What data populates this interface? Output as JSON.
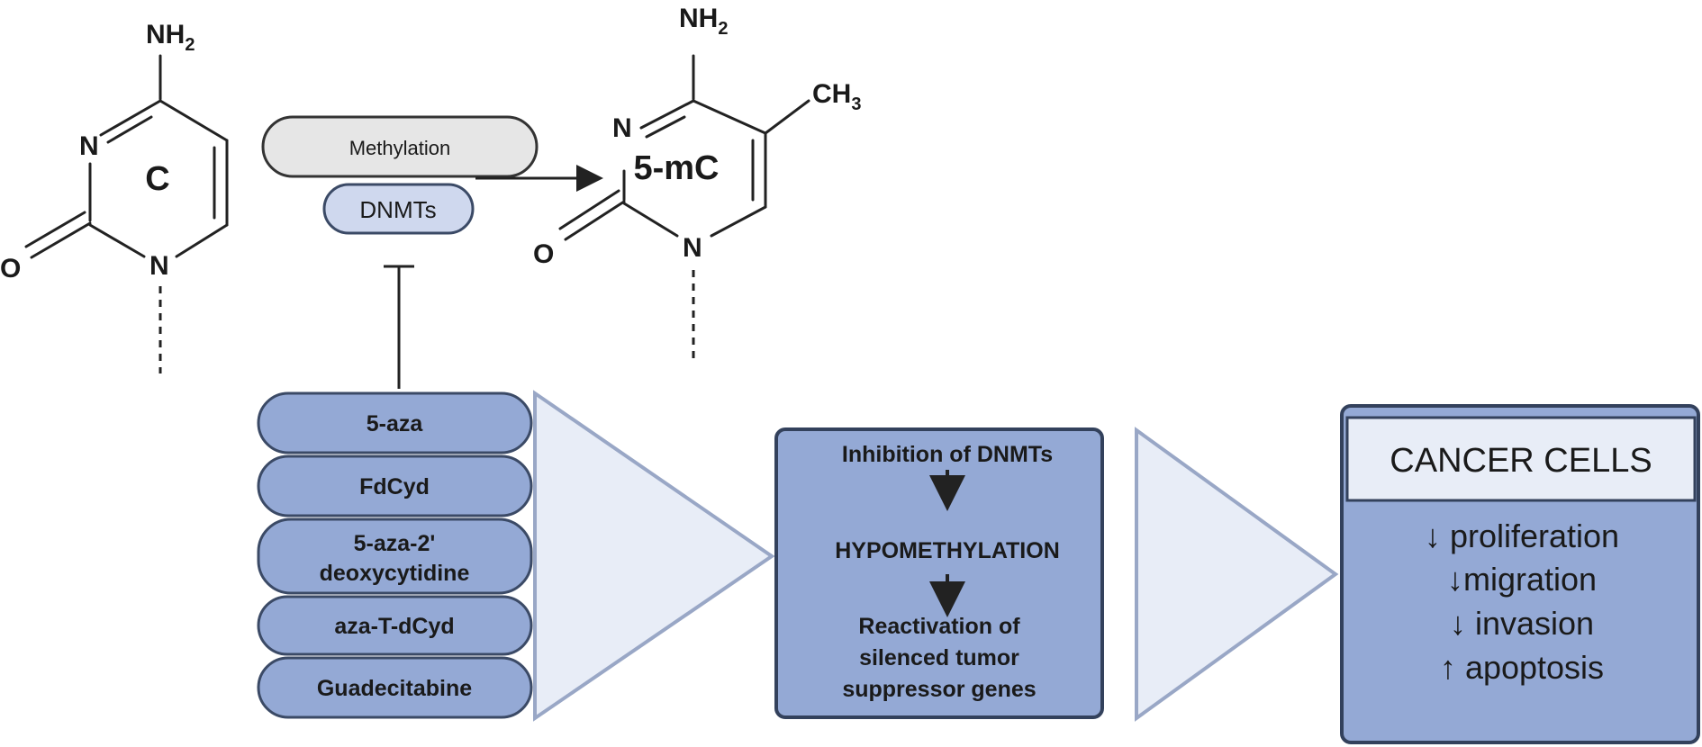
{
  "cytosine": {
    "nh2": "NH",
    "nh2_sub": "2",
    "n3": "N",
    "n1": "N",
    "o": "O",
    "label": "C"
  },
  "methylcytosine": {
    "nh2": "NH",
    "nh2_sub": "2",
    "ch3": "CH",
    "ch3_sub": "3",
    "n3": "N",
    "n1": "N",
    "o": "O",
    "label": "5-mC"
  },
  "reaction": {
    "methylation_label": "Methylation",
    "enzyme_label": "DNMTs"
  },
  "drugs": [
    "5-aza",
    "FdCyd",
    "5-aza-2'",
    "deoxycytidine",
    "aza-T-dCyd",
    "Guadecitabine"
  ],
  "mechanism": {
    "step1": "Inhibition of DNMTs",
    "step2": "HYPOMETHYLATION",
    "step3_line1": "Reactivation of",
    "step3_line2": "silenced tumor",
    "step3_line3": "suppressor genes"
  },
  "outcome": {
    "title": "CANCER CELLS",
    "effect1": "↓ proliferation",
    "effect2": "↓migration",
    "effect3": "↓ invasion",
    "effect4": "↑ apoptosis"
  },
  "colors": {
    "drug_fill": "#94a9d5",
    "panel_fill": "#94a9d5",
    "header_fill": "#e8edf7",
    "methylation_fill": "#e6e6e6",
    "dnmt_fill": "#cfd8ee"
  }
}
